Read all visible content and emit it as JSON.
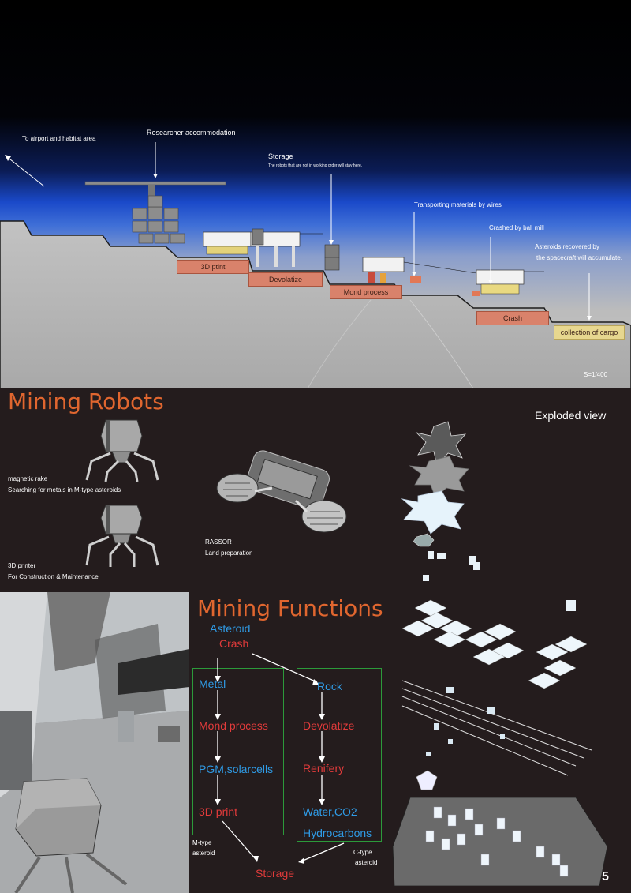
{
  "section_plan": {
    "labels": {
      "airport": "To airport and habitat area",
      "accommodation": "Researcher accommodation",
      "storage": "Storage",
      "storage_note": "The robots that are not in working order will stay here.",
      "wires": "Transporting materials by wires",
      "ball_mill": "Crashed by ball mill",
      "asteroids_line1": "Asteroids recovered by",
      "asteroids_line2": "the spacecraft will accumulate.",
      "scale": "S=1/400"
    },
    "tags": {
      "print": "3D ptint",
      "devolatize": "Devolatize",
      "mond": "Mond process",
      "crash": "Crash",
      "cargo": "collection of cargo"
    }
  },
  "mining_robots": {
    "title": "Mining Robots",
    "exploded_view": "Exploded view",
    "rake_line1": "magnetic rake",
    "rake_line2": "Searching for metals in M-type asteroids",
    "printer_line1": "3D printer",
    "printer_line2": "For Construction & Maintenance",
    "rassor_line1": "RASSOR",
    "rassor_line2": "Land preparation"
  },
  "mining_functions": {
    "title": "Mining Functions",
    "asteroid": "Asteroid",
    "crash": "Crash",
    "metal": "Metal",
    "mond": "Mond process",
    "pgm": "PGM,solarcells",
    "print": "3D print",
    "rock": "Rock",
    "devolatize": "Devolatize",
    "renifery": "Renifery",
    "water": "Water,CO2",
    "hydro": "Hydrocarbons",
    "mtype_line1": "M-type",
    "mtype_line2": "asteroid",
    "ctype_line1": "C-type",
    "ctype_line2": "asteroid",
    "storage": "Storage"
  },
  "page_number": "5",
  "colors": {
    "accent_orange": "#e0662f",
    "flow_blue": "#2f9be6",
    "flow_red": "#e23b3b",
    "box_green": "#2c9a3a",
    "tag_salmon": "#d9826b",
    "tag_yellow": "#e7d78f"
  }
}
